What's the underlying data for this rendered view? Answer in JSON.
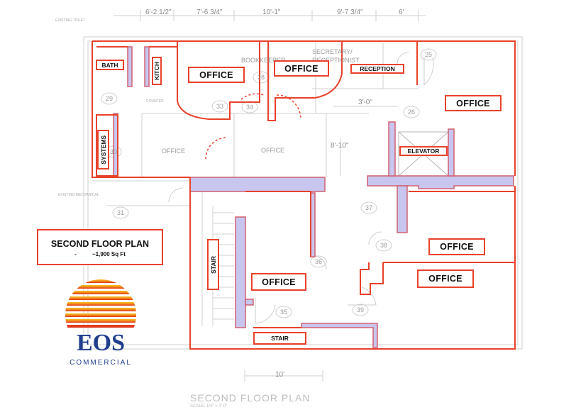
{
  "title": "SECOND FLOOR PLAN",
  "area_label": "-          ~1,900 Sq Ft",
  "bottom_title": "SECOND FLOOR PLAN",
  "scale_note": "SCALE: 1/4\" = 1'-0\"",
  "logo": {
    "name": "EOS",
    "sub": "COMMERCIAL"
  },
  "labels": {
    "office_top_left": "OFFICE",
    "office_top_mid": "OFFICE",
    "reception": "RECEPTION",
    "office_right": "OFFICE",
    "elevator": "ELEVATOR",
    "bath": "BATH",
    "kitch": "KITCH",
    "systems": "SYSTEMS",
    "stair_left": "STAIR",
    "office_center": "OFFICE",
    "office_lower_right_1": "OFFICE",
    "office_lower_right_2": "OFFICE",
    "stair_bottom": "STAIR"
  },
  "underlay": {
    "dims_top": [
      "6'-2 1/2\"",
      "7'-6 3/4\"",
      "10'-1\"",
      "9'-7 3/4\"",
      "6'"
    ],
    "dim_mid_1": "3'-0\"",
    "dim_mid_2": "8'-10\"",
    "dim_bottom": "10'",
    "room_office_a": "OFFICE",
    "room_office_b": "OFFICE",
    "room_bookkeeper": "BOOKKEEPER",
    "room_secretary": "SECRETARY/",
    "room_receptionist": "RECEPTIONIST",
    "tag_existing_toilet": "EXISTING TOILET",
    "tag_existing_mech": "EXISTING MECHANICAL",
    "tag_counter": "COUNTER",
    "numbers": [
      "29",
      "30",
      "31",
      "33",
      "34",
      "25",
      "26",
      "28",
      "37",
      "38",
      "36",
      "35",
      "39"
    ]
  },
  "colors": {
    "outline": "#e8422a",
    "wall_fill": "#c8c6ee",
    "wall_stroke": "#d06070",
    "underlay": "#c9c9c9"
  }
}
